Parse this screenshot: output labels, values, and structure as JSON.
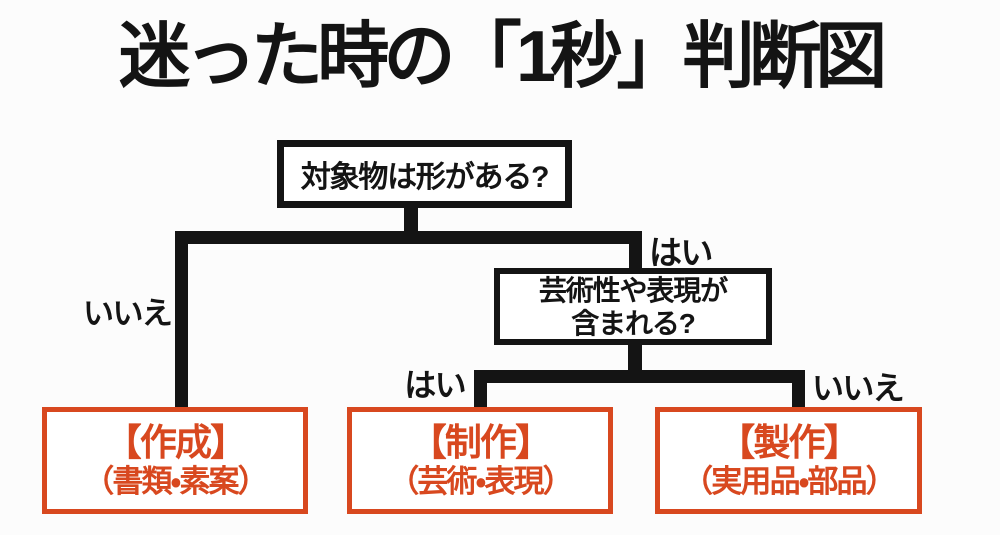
{
  "page": {
    "background_color": "#fcfcfc"
  },
  "title": "迷った時の「1秒」判断図",
  "flowchart": {
    "questions": {
      "root": "対象物は形がある?",
      "sub_line1": "芸術性や表現が",
      "sub_line2": "含まれる?"
    },
    "branch_labels": {
      "root_no": "いいえ",
      "root_yes": "はい",
      "sub_yes": "はい",
      "sub_no": "いいえ"
    },
    "results": [
      {
        "term": "【作成】",
        "scope": "（書類・素案）"
      },
      {
        "term": "【制作】",
        "scope": "（芸術・表現）"
      },
      {
        "term": "【製作】",
        "scope": "（実用品・部品）"
      }
    ],
    "colors": {
      "line_black": "#141414",
      "result_accent": "#d8481f"
    }
  }
}
